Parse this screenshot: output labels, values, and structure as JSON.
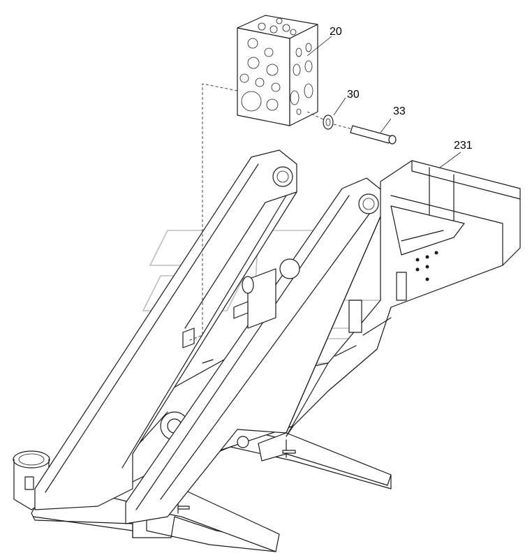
{
  "callouts": [
    {
      "id": "part-20",
      "label": "20"
    },
    {
      "id": "part-30",
      "label": "30"
    },
    {
      "id": "part-33",
      "label": "33"
    },
    {
      "id": "part-231",
      "label": "231"
    }
  ]
}
